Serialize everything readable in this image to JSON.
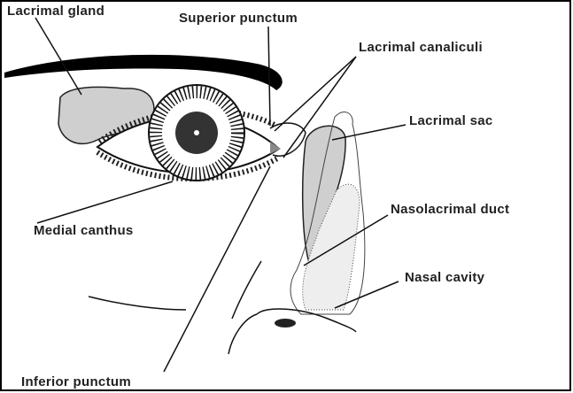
{
  "labels": {
    "lacrimal_gland": "Lacrimal gland",
    "superior_punctum": "Superior punctum",
    "lacrimal_canaliculi": "Lacrimal canaliculi",
    "lacrimal_sac": "Lacrimal sac",
    "nasolacrimal_duct": "Nasolacrimal duct",
    "nasal_cavity": "Nasal cavity",
    "medial_canthus": "Medial canthus",
    "inferior_punctum": "Inferior punctum"
  },
  "colors": {
    "line": "#111111",
    "fill": "#cfcfcf",
    "background": "#ffffff"
  }
}
